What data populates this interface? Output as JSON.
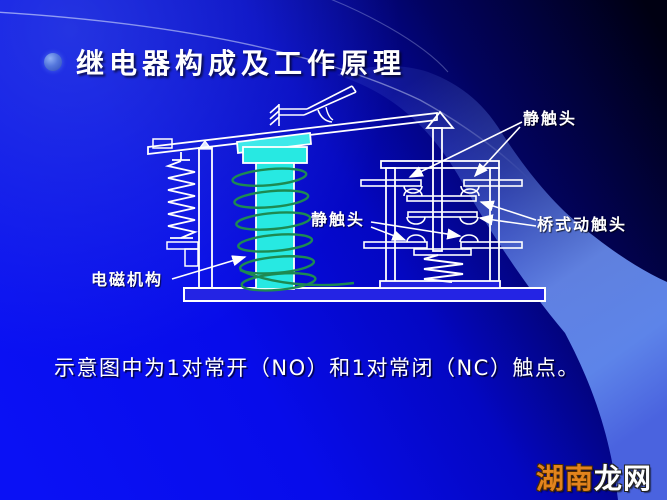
{
  "slide": {
    "title": "继电器构成及工作原理",
    "caption": "示意图中为1对常开（NO）和1对常闭（NC）触点。",
    "watermark": {
      "part1": "湖南",
      "part2": "龙网"
    }
  },
  "diagram": {
    "labels": {
      "static_contact_top": "静触头",
      "static_contact_mid": "静触头",
      "bridge_moving_contact": "桥式动触头",
      "electromagnetic_mechanism": "电磁机构"
    }
  },
  "colors": {
    "background_bright_blue": "#0a11f5",
    "background_dark_navy": "#000014",
    "swoosh_blue": "#5d84e9",
    "core_cyan": "#27e9e2",
    "coil_green": "#1d8a52",
    "line_white": "#ffffff",
    "watermark_orange": "#e2831d",
    "bullet_blue": "#5577dd"
  }
}
